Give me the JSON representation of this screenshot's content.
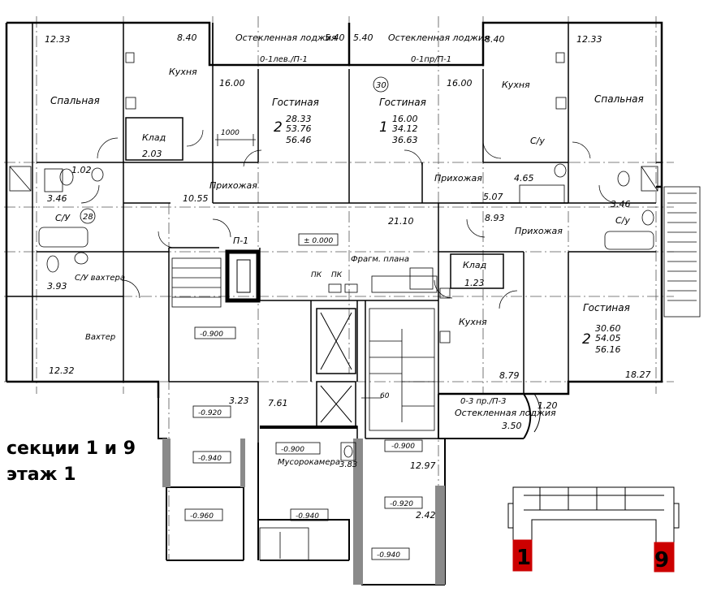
{
  "caption": {
    "sections": "секции 1 и 9",
    "floor": "этаж 1"
  },
  "rooms": {
    "loggia": "Остекленная лоджия",
    "kitchen": "Кухня",
    "living": "Гостиная",
    "bedroom": "Спальная",
    "storage": "Клад",
    "hall": "Прихожая",
    "bath": "С/у",
    "bath_caps": "С/У",
    "bath_guard": "С/У вахтера",
    "guard": "Вахтер",
    "garbage": "Мусорокамера",
    "fragment": "Фрагм. плана",
    "pk": "ПК"
  },
  "marks": {
    "w_left": "0-1лев./П-1",
    "w_right": "0-1пр/П-1",
    "w_bottom": "0-3 пр./П-3",
    "p1": "П-1",
    "n30": "30",
    "n28": "28",
    "dim1000": "1000",
    "dim60": "60"
  },
  "levels": {
    "zero": "± 0.000",
    "m900": "-0.900",
    "m920": "-0.920",
    "m940": "-0.940",
    "m960": "-0.960"
  },
  "areas": {
    "a1233": "12.33",
    "a840": "8.40",
    "a540": "5.40",
    "a1600": "16.00",
    "a203": "2.03",
    "a102": "1.02",
    "a346": "3.46",
    "a1055": "10.55",
    "a393": "3.93",
    "a1232": "12.32",
    "a2110": "21.10",
    "a465": "4.65",
    "a507": "5.07",
    "a893": "8.93",
    "a123": "1.23",
    "a879": "8.79",
    "a1827": "18.27",
    "a120": "1.20",
    "a350": "3.50",
    "a323": "3.23",
    "a761": "7.61",
    "a383": "3.83",
    "a1297": "12.97",
    "a242": "2.42"
  },
  "apartments": {
    "two_left": {
      "count": "2",
      "living": "28.33",
      "total": "53.76",
      "full": "56.46"
    },
    "one": {
      "count": "1",
      "living": "16.00",
      "total": "34.12",
      "full": "36.63"
    },
    "two_right": {
      "count": "2",
      "living": "30.60",
      "total": "54.05",
      "full": "56.16"
    }
  },
  "key_plan": {
    "label1": "1",
    "label9": "9",
    "highlight": "#cc0000"
  },
  "colors": {
    "wall": "#000000",
    "axis": "#555555"
  }
}
